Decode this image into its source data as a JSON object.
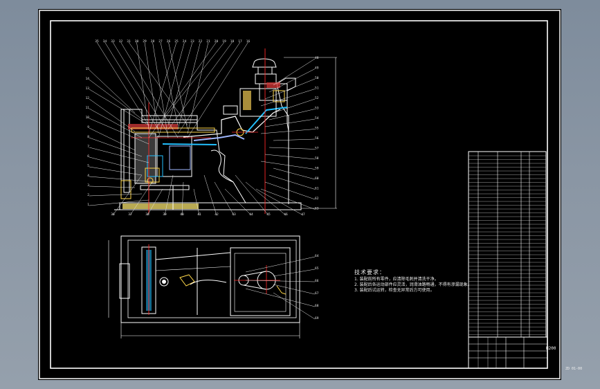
{
  "app": {
    "background_color": "#7e8c9c",
    "canvas_color": "#000000",
    "line_color": "#ffffff",
    "accent_colors": {
      "centerline": "#ff2a2a",
      "part": "#ffd84a",
      "section": "#22c0ff",
      "body": "#9fb7ff"
    }
  },
  "drawing": {
    "title_block": {
      "model": "H200",
      "drawing_no": "ZD 01-00"
    },
    "technical_requirements": {
      "title": "技术要求：",
      "items": [
        "1. 装配前所有零件，应清除毛刺并清洗干净。",
        "2. 装配后各运动部件应灵活，润滑油路畅通，不得有渗漏现象。",
        "3. 装配后试运转，检查无异常后方可使用。"
      ]
    },
    "front_view": {
      "top_leaders": [
        "35",
        "34",
        "33",
        "32",
        "31",
        "30",
        "29",
        "28",
        "27",
        "26",
        "25",
        "24",
        "23",
        "22",
        "21",
        "20",
        "19",
        "18",
        "17",
        "16"
      ],
      "left_leaders": [
        "15",
        "14",
        "13",
        "12",
        "11",
        "10",
        "9",
        "8",
        "7",
        "6",
        "5",
        "4",
        "3",
        "2",
        "1"
      ],
      "bottom_leaders": [
        "36",
        "37",
        "38",
        "39",
        "40",
        "41",
        "42",
        "43",
        "44",
        "45",
        "46",
        "47"
      ],
      "right_leaders": [
        "48",
        "49",
        "50",
        "51",
        "52",
        "53",
        "54",
        "55",
        "56",
        "57",
        "58",
        "59",
        "60",
        "61",
        "62",
        "63"
      ]
    },
    "plan_view": {
      "leaders": [
        "64",
        "65",
        "66",
        "67",
        "68",
        "69"
      ]
    }
  }
}
